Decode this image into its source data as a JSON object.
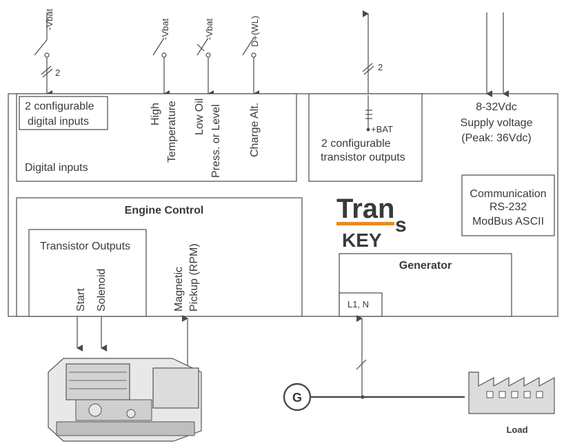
{
  "switch_inputs": {
    "vbat_left": "-Vbat",
    "vbat_high_temp": "-Vbat",
    "vbat_low_oil": "-Vbat",
    "charge_signal": "D+(WL)",
    "bus_count_left": "2",
    "bus_count_right": "2"
  },
  "digital_block": {
    "configurable_line1": "2 configurable",
    "configurable_line2": "digital inputs",
    "title": "Digital inputs",
    "high_temp_line1": "High",
    "high_temp_line2": "Temperature",
    "low_oil_line1": "Low Oil",
    "low_oil_line2": "Press. or Level",
    "charge_alt": "Charge Alt."
  },
  "transistor_block": {
    "bat_label": "+BAT",
    "line1": "2 configurable",
    "line2": "transistor outputs"
  },
  "supply": {
    "line1": "8-32Vdc",
    "line2": "Supply voltage",
    "line3": "(Peak: 36Vdc)"
  },
  "communication": {
    "title": "Communication",
    "protocol": "RS-232",
    "protocol_color": "#d0392b",
    "modbus": "ModBus ASCII"
  },
  "logo": {
    "word1": "Tran",
    "subscript": "s",
    "word2": "KEY",
    "accent_color": "#e98a24"
  },
  "engine_control": {
    "title": "Engine Control",
    "transistor_outputs": "Transistor Outputs",
    "start": "Start",
    "solenoid": "Solenoid",
    "magnetic_line1": "Magnetic",
    "magnetic_line2": "Pickup (RPM)"
  },
  "generator_block": {
    "title": "Generator",
    "terminal": "L1, N"
  },
  "generator_symbol": "G",
  "load_label": "Load",
  "icons": [
    "engine-generator-icon",
    "factory-icon",
    "generator-symbol-icon",
    "switch-icon",
    "arrow-icon"
  ]
}
